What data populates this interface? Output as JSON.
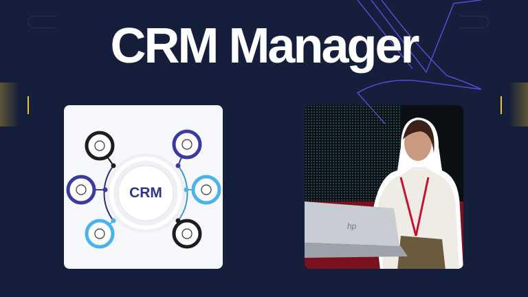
{
  "title": "CRM Manager",
  "diagram": {
    "center_label": "CRM",
    "nodes": [
      {
        "icon": "gear-growth-icon",
        "ring_color": "#1c1c22"
      },
      {
        "icon": "lightbulb-icon",
        "ring_color": "#3b3aa0"
      },
      {
        "icon": "headset-support-icon",
        "ring_color": "#4ab3ea"
      },
      {
        "icon": "folder-network-icon",
        "ring_color": "#3b3aa0"
      },
      {
        "icon": "hand-chart-icon",
        "ring_color": "#4ab3ea"
      },
      {
        "icon": "video-call-icon",
        "ring_color": "#1c1c22"
      }
    ]
  },
  "photo": {
    "laptop_logo": "hp"
  },
  "colors": {
    "background": "#151e3a",
    "accent_yellow": "#e9c93a",
    "accent_purple": "#6a4bd8"
  }
}
